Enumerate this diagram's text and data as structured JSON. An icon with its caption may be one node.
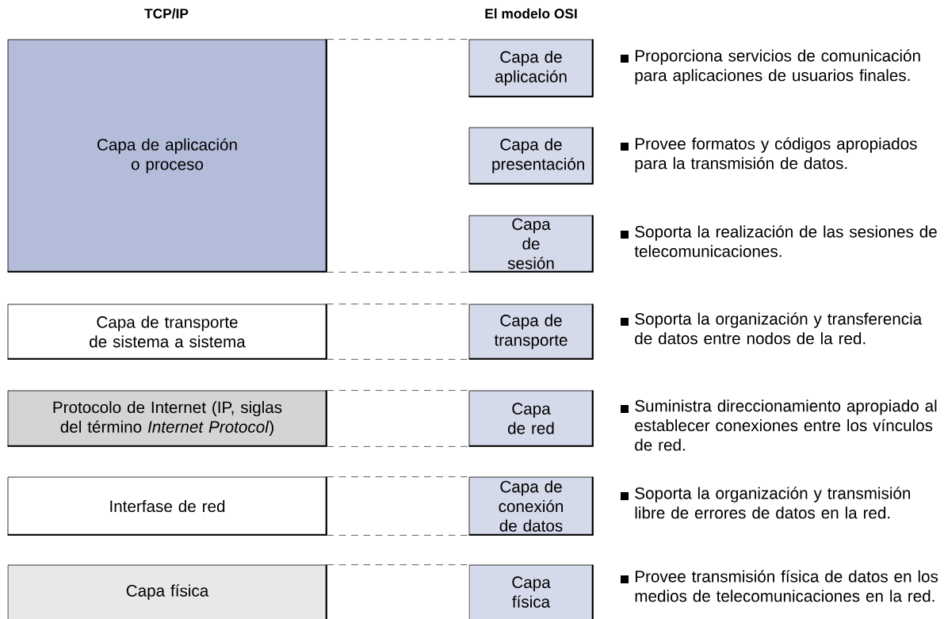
{
  "diagram": {
    "nodes": [
      {
        "text": [
          "Capa de aplicación o proceso"
        ]
      },
      {
        "text": [
          "Capa de transporte de sistema a sistema"
        ]
      },
      {
        "text": [
          "Protocolo de Internet (IP, siglas del término *Internet Protocol*)"
        ]
      },
      {
        "text": [
          "Interfase de red"
        ]
      },
      {
        "text": [
          "Capa física"
        ]
      },
      {
        "text": [
          "Capa de aplicación"
        ]
      },
      {
        "text": [
          "Capa de presentación"
        ]
      },
      {
        "text": [
          "Capa de sesión"
        ]
      },
      {
        "text": [
          "Capa de transporte"
        ]
      },
      {
        "text": [
          "Capa de red"
        ]
      },
      {
        "text": [
          "Capa de conexión de datos"
        ]
      },
      {
        "text": [
          "Capa física"
        ]
      }
    ],
    "edges": [
      {
        "from": 0,
        "to": 5,
        "arrow": "none",
        "style": "dashed"
      },
      {
        "from": 0,
        "to": 7,
        "arrow": "none",
        "style": "dashed"
      },
      {
        "from": 1,
        "to": 8,
        "arrow": "none",
        "style": "dashed"
      },
      {
        "from": 1,
        "to": 8,
        "arrow": "none",
        "style": "dashed"
      },
      {
        "from": 2,
        "to": 9,
        "arrow": "none",
        "style": "dashed"
      },
      {
        "from": 2,
        "to": 9,
        "arrow": "none",
        "style": "dashed"
      },
      {
        "from": 3,
        "to": 10,
        "arrow": "none",
        "style": "dashed"
      },
      {
        "from": 3,
        "to": 10,
        "arrow": "none",
        "style": "dashed"
      },
      {
        "from": 4,
        "to": 11,
        "arrow": "none",
        "style": "dashed"
      }
    ],
    "labels": [
      "TCP/IP",
      "El modelo OSI",
      "Proporciona servicios de comunicación para aplicaciones de usuarios finales.",
      "Provee formatos y códigos apropiados para la transmisión de datos.",
      "Soporta la realización de las sesiones de telecomunicaciones.",
      "Soporta la organización y transferencia de datos entre nodos de la red.",
      "Suministra direccionamiento apropiado al establecer conexiones entre los vínculos de red.",
      "Soporta la organización y transmisión libre de errores de datos en la red.",
      "Provee transmisión física de datos en los medios de telecomunicaciones en la red."
    ]
  }
}
